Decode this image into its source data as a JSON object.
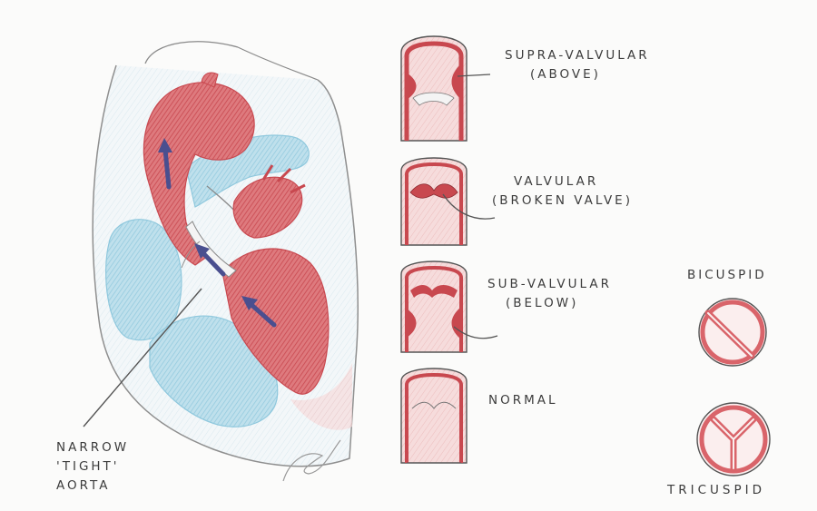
{
  "labels": {
    "aorta": {
      "line1": "NARROW",
      "line2": "'TIGHT'",
      "line3": "AORTA"
    },
    "supra": {
      "line1": "SUPRA-VALVULAR",
      "line2": "(ABOVE)"
    },
    "valvular": {
      "line1": "VALVULAR",
      "line2": "(BROKEN VALVE)"
    },
    "sub": {
      "line1": "SUB-VALVULAR",
      "line2": "(BELOW)"
    },
    "normal": {
      "line1": "NORMAL"
    },
    "bicuspid": {
      "line1": "BICUSPID"
    },
    "tricuspid": {
      "line1": "TRICUSPID"
    }
  },
  "colors": {
    "red": "#d9646a",
    "dark_red": "#c8484f",
    "pink": "#f0c9c7",
    "blue": "#a9d5e5",
    "light_blue": "#cfe7ef",
    "arrow": "#4a4f8f",
    "pencil": "#5a5a5a"
  }
}
